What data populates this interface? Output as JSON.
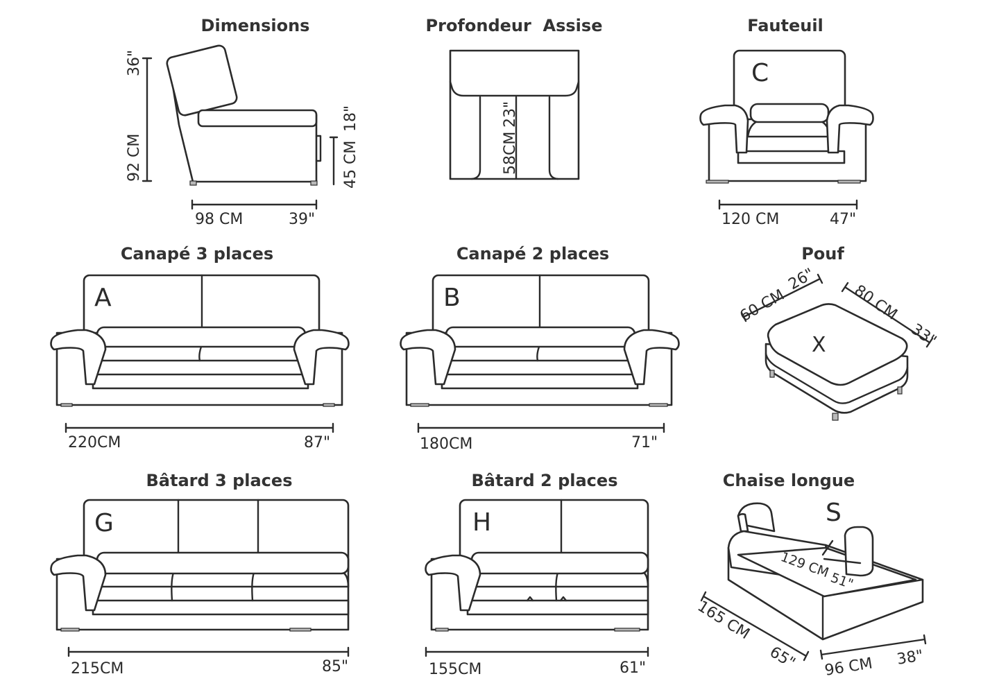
{
  "titles": {
    "dimensions": "Dimensions",
    "profondeur": "Profondeur  Assise",
    "fauteuil": "Fauteuil",
    "canape3": "Canapé 3 places",
    "canape2": "Canapé 2 places",
    "pouf": "Pouf",
    "batard3": "Bâtard 3 places",
    "batard2": "Bâtard 2 places",
    "chaise": "Chaise longue"
  },
  "letters": {
    "fauteuil": "C",
    "canape3": "A",
    "canape2": "B",
    "pouf": "X",
    "batard3": "G",
    "batard2": "H",
    "chaise": "S"
  },
  "dims": {
    "side_height_in": "36\"",
    "side_height_cm": "92 CM",
    "seat_height_in": "18\"",
    "seat_height_cm": "45 CM",
    "side_depth_cm": "98 CM",
    "side_depth_in": "39\"",
    "seat_depth_in": "23\"",
    "seat_depth_cm": "58CM",
    "fauteuil_cm": "120 CM",
    "fauteuil_in": "47\"",
    "canape3_cm": "220CM",
    "canape3_in": "87\"",
    "canape2_cm": "180CM",
    "canape2_in": "71\"",
    "pouf_w_cm": "60 CM",
    "pouf_w_in": "26\"",
    "pouf_l_cm": "80 CM",
    "pouf_l_in": "33\"",
    "batard3_cm": "215CM",
    "batard3_in": "85\"",
    "batard2_cm": "155CM",
    "batard2_in": "61\"",
    "chaise_seat_cm": "129 CM",
    "chaise_seat_in": "51\"",
    "chaise_len_cm": "165 CM",
    "chaise_len_in": "65\"",
    "chaise_w_cm": "96 CM",
    "chaise_w_in": "38\""
  }
}
